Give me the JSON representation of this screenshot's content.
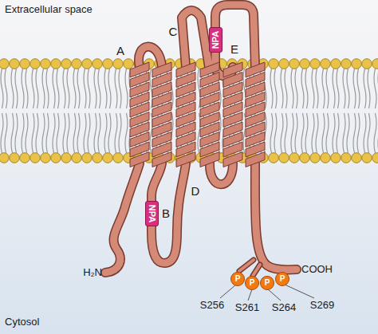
{
  "diagram": {
    "nodes": [
      {
        "text": [
          "NPA"
        ]
      },
      {
        "text": [
          "NPA"
        ]
      },
      {
        "text": [
          "P"
        ]
      },
      {
        "text": [
          "P"
        ]
      },
      {
        "text": [
          "P"
        ]
      },
      {
        "text": [
          "P"
        ]
      }
    ],
    "labels": [
      "Extracellular space",
      "C",
      "A",
      "E",
      "B",
      "H₂N",
      "D",
      "COOH",
      "S256",
      "S261",
      "S264",
      "S269",
      "Cytosol"
    ]
  }
}
